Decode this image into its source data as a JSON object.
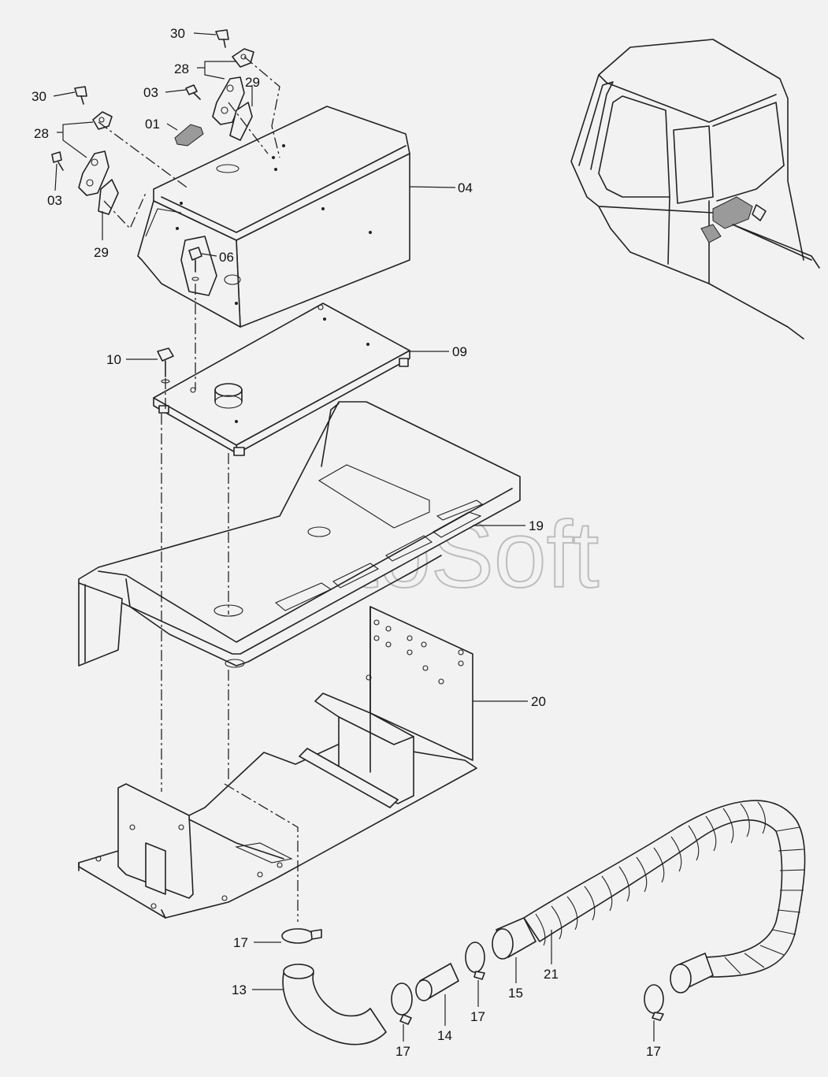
{
  "watermark": "AutoSoft",
  "labels": {
    "p30a": "30",
    "p28a": "28",
    "p03a": "03",
    "p29a": "29",
    "p01": "01",
    "p30b": "30",
    "p28b": "28",
    "p03b": "03",
    "p29b": "29",
    "p04": "04",
    "p06": "06",
    "p10": "10",
    "p09": "09",
    "p19": "19",
    "p20": "20",
    "p17a": "17",
    "p13": "13",
    "p14": "14",
    "p17b": "17",
    "p15": "15",
    "p21": "21",
    "p17c": "17",
    "p17d": "17"
  }
}
